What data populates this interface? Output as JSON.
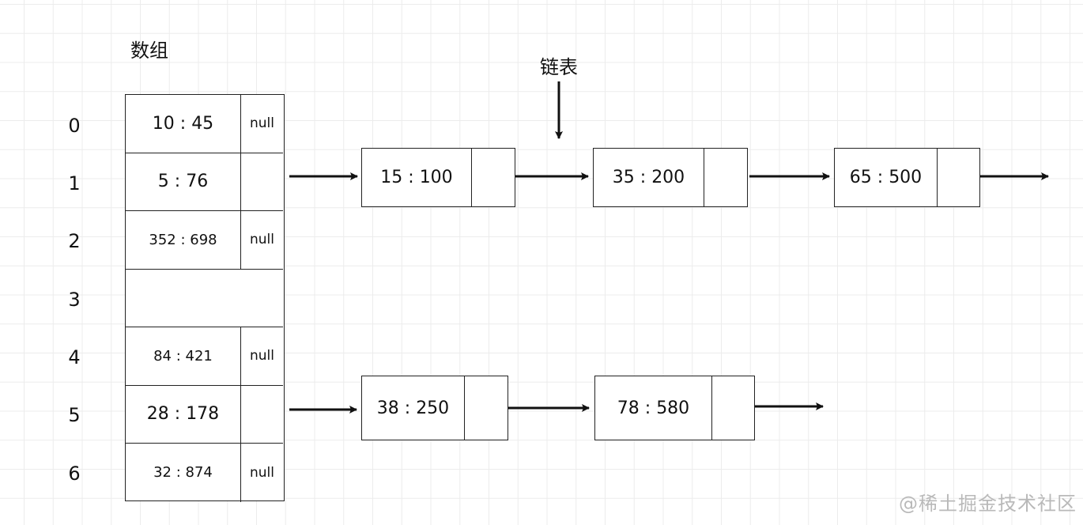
{
  "labels": {
    "array": "数组",
    "linked_list": "链表"
  },
  "indices": [
    "0",
    "1",
    "2",
    "3",
    "4",
    "5",
    "6"
  ],
  "array_rows": [
    {
      "value": "10 : 45",
      "pointer": "null"
    },
    {
      "value": "5 : 76",
      "pointer": ""
    },
    {
      "value": "352 : 698",
      "pointer": "null"
    },
    {
      "value": "",
      "pointer": ""
    },
    {
      "value": "84 : 421",
      "pointer": "null"
    },
    {
      "value": "28 : 178",
      "pointer": ""
    },
    {
      "value": "32 : 874",
      "pointer": "null"
    }
  ],
  "chain_row1": [
    "15 : 100",
    "35 : 200",
    "65 : 500"
  ],
  "chain_row5": [
    "38 : 250",
    "78 : 580"
  ],
  "watermark": "@稀土掘金技术社区"
}
